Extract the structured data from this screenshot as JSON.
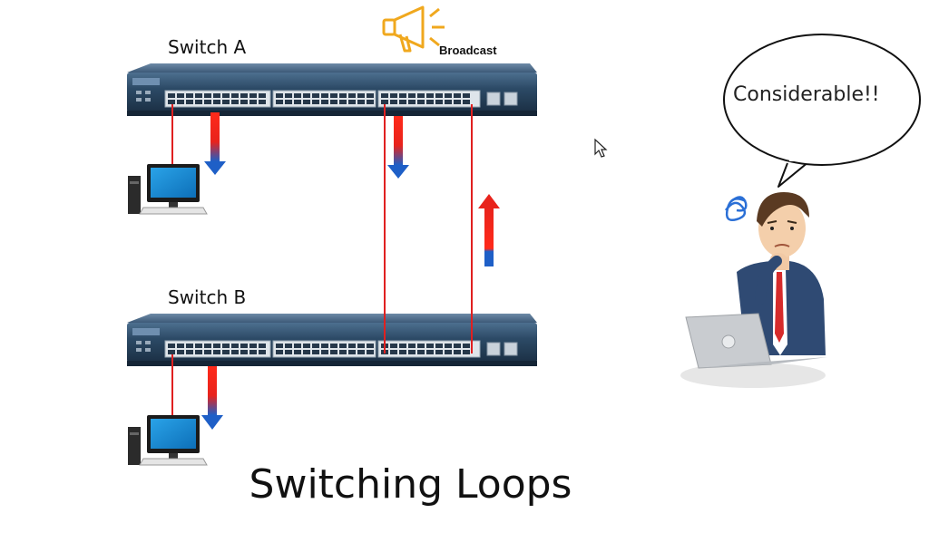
{
  "labels": {
    "switch_a": "Switch A",
    "switch_b": "Switch B",
    "broadcast": "Broadcast",
    "speech": "Considerable!!",
    "title": "Switching Loops"
  },
  "icons": {
    "broadcast": "megaphone-icon",
    "pc": "computer-icon",
    "person": "confused-person-illustration",
    "cursor": "mouse-pointer-icon"
  },
  "colors": {
    "switch_body": "#2c4a66",
    "cable": "#e02020",
    "arrow_red": "#e8231c",
    "arrow_blue": "#1e5fc7",
    "megaphone": "#f0a81e"
  }
}
